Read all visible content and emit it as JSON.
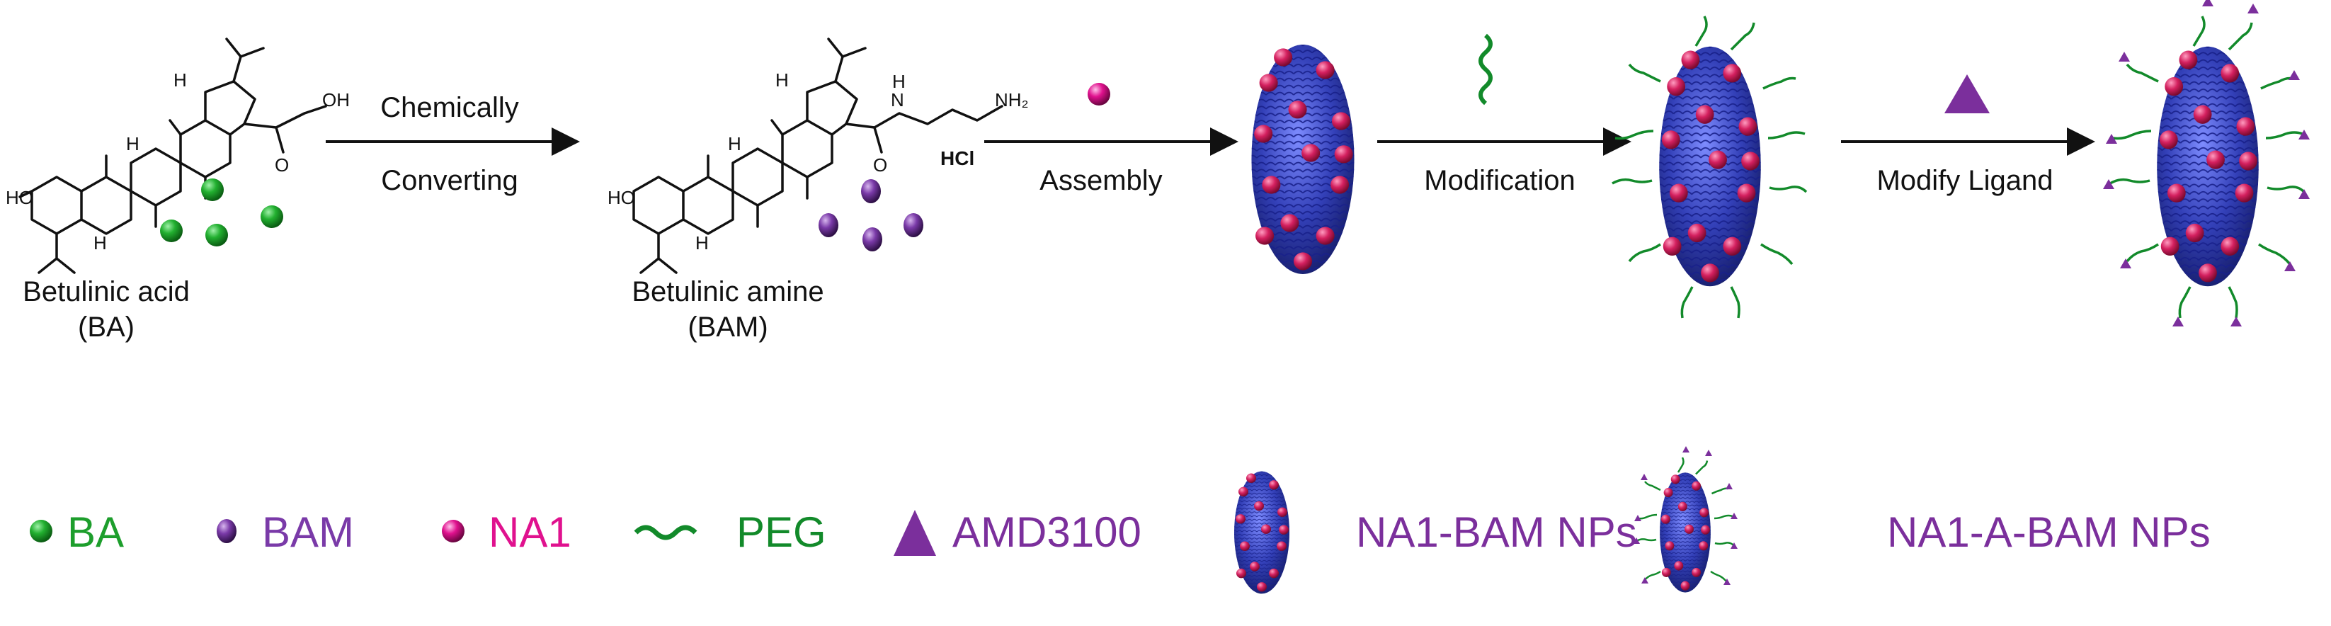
{
  "colors": {
    "ba_green": "#1d9e2c",
    "bam_purple": "#7a3aa8",
    "na1_magenta": "#e0118e",
    "peg_green": "#128a2a",
    "amd_purple": "#7b2f9c",
    "np_blue": "#3340b8",
    "np_spot": "#d4205f"
  },
  "icons": [
    "ba-sphere",
    "bam-sphere",
    "na1-sphere",
    "peg-chain",
    "amd3100-triangle",
    "nanoparticle"
  ],
  "compounds": {
    "ba_name": "Betulinic acid",
    "ba_abbr": "(BA)",
    "bam_name": "Betulinic amine",
    "bam_abbr": "(BAM)",
    "hcl": "HCl",
    "atom_ho": "HO",
    "atom_oh": "OH",
    "atom_o": "O",
    "atom_h": "H",
    "atom_nh": "N",
    "atom_nh_h": "H",
    "atom_nh2": "NH₂"
  },
  "steps": {
    "step1_line1": "Chemically",
    "step1_line2": "Converting",
    "step2": "Assembly",
    "step3": "Modification",
    "step4": "Modify Ligand"
  },
  "legend": {
    "ba": "BA",
    "bam": "BAM",
    "na1": "NA1",
    "peg": "PEG",
    "amd": "AMD3100",
    "np1": "NA1-BAM NPs",
    "np2": "NA1-A-BAM NPs"
  }
}
